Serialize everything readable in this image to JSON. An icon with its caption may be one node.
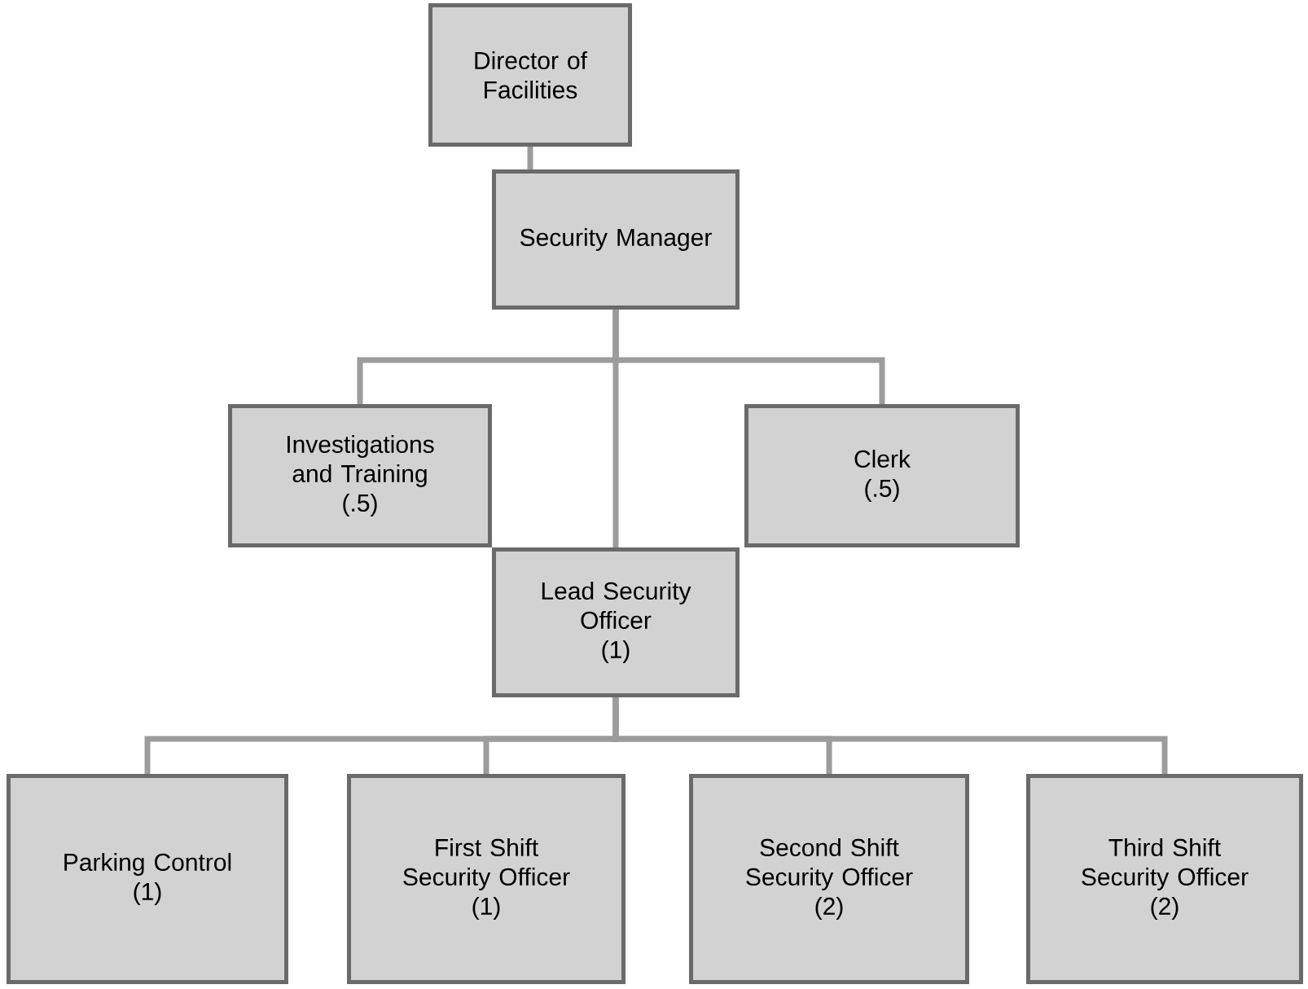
{
  "diagram": {
    "nodes": [
      {
        "text": [
          "Director of Facilities"
        ]
      },
      {
        "text": [
          "Security Manager"
        ]
      },
      {
        "text": [
          "Investigations and Training",
          "(.5)"
        ]
      },
      {
        "text": [
          "Clerk",
          "(.5)"
        ]
      },
      {
        "text": [
          "Lead Security Officer",
          "(1)"
        ]
      },
      {
        "text": [
          "Parking Control",
          "(1)"
        ]
      },
      {
        "text": [
          "First Shift Security Officer",
          "(1)"
        ]
      },
      {
        "text": [
          "Second Shift Security Officer",
          "(2)"
        ]
      },
      {
        "text": [
          "Third Shift Security Officer",
          "(2)"
        ]
      }
    ],
    "edges": [
      {
        "from": 0,
        "to": 1,
        "arrow": "none"
      },
      {
        "from": 1,
        "to": 2,
        "arrow": "none"
      },
      {
        "from": 1,
        "to": 3,
        "arrow": "none"
      },
      {
        "from": 1,
        "to": 4,
        "arrow": "none"
      },
      {
        "from": 4,
        "to": 5,
        "arrow": "none"
      },
      {
        "from": 4,
        "to": 6,
        "arrow": "none"
      },
      {
        "from": 4,
        "to": 7,
        "arrow": "none"
      },
      {
        "from": 4,
        "to": 8,
        "arrow": "none"
      }
    ]
  }
}
